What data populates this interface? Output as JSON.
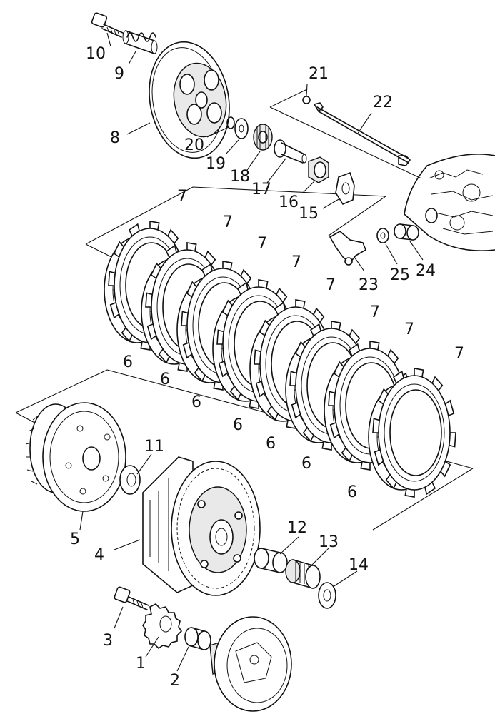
{
  "callouts": [
    {
      "id": "c10",
      "text": "10"
    },
    {
      "id": "c9",
      "text": "9"
    },
    {
      "id": "c8",
      "text": "8"
    },
    {
      "id": "c21",
      "text": "21"
    },
    {
      "id": "c22",
      "text": "22"
    },
    {
      "id": "c20",
      "text": "20"
    },
    {
      "id": "c19",
      "text": "19"
    },
    {
      "id": "c18",
      "text": "18"
    },
    {
      "id": "c17",
      "text": "17"
    },
    {
      "id": "c16",
      "text": "16"
    },
    {
      "id": "c15",
      "text": "15"
    },
    {
      "id": "c23",
      "text": "23"
    },
    {
      "id": "c25",
      "text": "25"
    },
    {
      "id": "c24",
      "text": "24"
    },
    {
      "id": "c7a",
      "text": "7"
    },
    {
      "id": "c7b",
      "text": "7"
    },
    {
      "id": "c7c",
      "text": "7"
    },
    {
      "id": "c7d",
      "text": "7"
    },
    {
      "id": "c7e",
      "text": "7"
    },
    {
      "id": "c7f",
      "text": "7"
    },
    {
      "id": "c7g",
      "text": "7"
    },
    {
      "id": "c7h",
      "text": "7"
    },
    {
      "id": "c6a",
      "text": "6"
    },
    {
      "id": "c6b",
      "text": "6"
    },
    {
      "id": "c6c",
      "text": "6"
    },
    {
      "id": "c6d",
      "text": "6"
    },
    {
      "id": "c6e",
      "text": "6"
    },
    {
      "id": "c6f",
      "text": "6"
    },
    {
      "id": "c6g",
      "text": "6"
    },
    {
      "id": "c11",
      "text": "11"
    },
    {
      "id": "c5",
      "text": "5"
    },
    {
      "id": "c4",
      "text": "4"
    },
    {
      "id": "c12",
      "text": "12"
    },
    {
      "id": "c13",
      "text": "13"
    },
    {
      "id": "c14",
      "text": "14"
    },
    {
      "id": "c3",
      "text": "3"
    },
    {
      "id": "c1",
      "text": "1"
    },
    {
      "id": "c2",
      "text": "2"
    }
  ]
}
